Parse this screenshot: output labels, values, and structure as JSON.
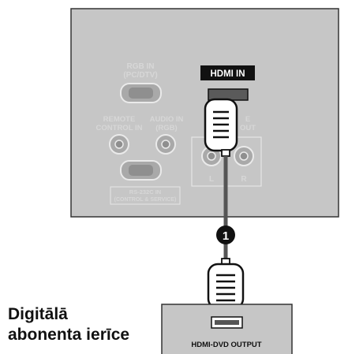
{
  "panel": {
    "rgb_in_label": "RGB IN",
    "rgb_in_sub": "(PC/DTV)",
    "remote_label_1": "REMOTE",
    "remote_label_2": "CONTROL IN",
    "audio_in_label_1": "AUDIO IN",
    "audio_in_label_2": "(RGB)",
    "service_label_1": "RS-232C IN",
    "service_label_2": "(CONTROL & SERVICE)",
    "hdmi_in_label": "HDMI IN",
    "audio_out_1": "E",
    "audio_out_2": "OUT",
    "audio_left": "L",
    "audio_right": "R"
  },
  "step_marker": "1",
  "device": {
    "output_label": "HDMI-DVD OUTPUT"
  },
  "caption": {
    "line1": "Digitālā",
    "line2": "abonenta ierīce"
  }
}
